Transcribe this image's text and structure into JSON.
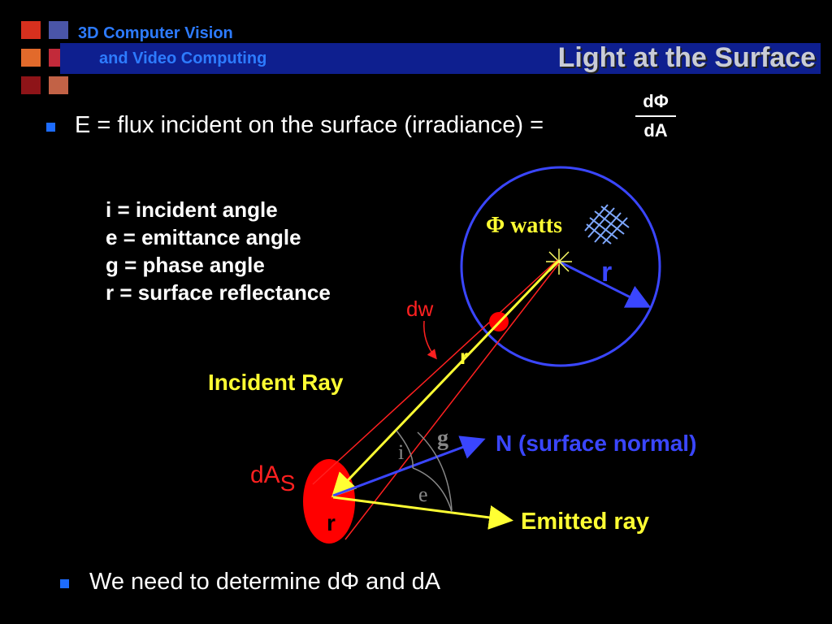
{
  "header": {
    "course_line1": "3D Computer Vision",
    "course_line2": "and Video Computing",
    "title": "Light at the Surface",
    "logo_colors": [
      "#d7301e",
      "#4a55a8",
      "#e26a2b",
      "#c22a3a",
      "#8e1418",
      "#c26246"
    ]
  },
  "bullet1": {
    "text": "E = flux incident on the surface (irradiance) =",
    "frac_num": "dΦ",
    "frac_den": "dA"
  },
  "legend": {
    "i": "i = incident angle",
    "e": "e = emittance angle",
    "g": "g = phase angle",
    "rho_symbol": "r",
    "rho_text": "= surface reflectance"
  },
  "diagram": {
    "phi_watts": "Φ watts",
    "r_big": "r",
    "dw": "dw",
    "r_ray": "r",
    "incident_ray": "Incident Ray",
    "g": "g",
    "i": "i",
    "e": "e",
    "normal": "N (surface normal)",
    "dA": "dA",
    "dA_sub": "S",
    "rho": "r",
    "emitted": "Emitted ray",
    "colors": {
      "circle": "#3a46ff",
      "ray": "#ffff33",
      "cone": "#ff2020",
      "normal": "#3a46ff",
      "patch": "#ff0000"
    }
  },
  "bullet2": {
    "text": "We need to determine dΦ and dA"
  }
}
